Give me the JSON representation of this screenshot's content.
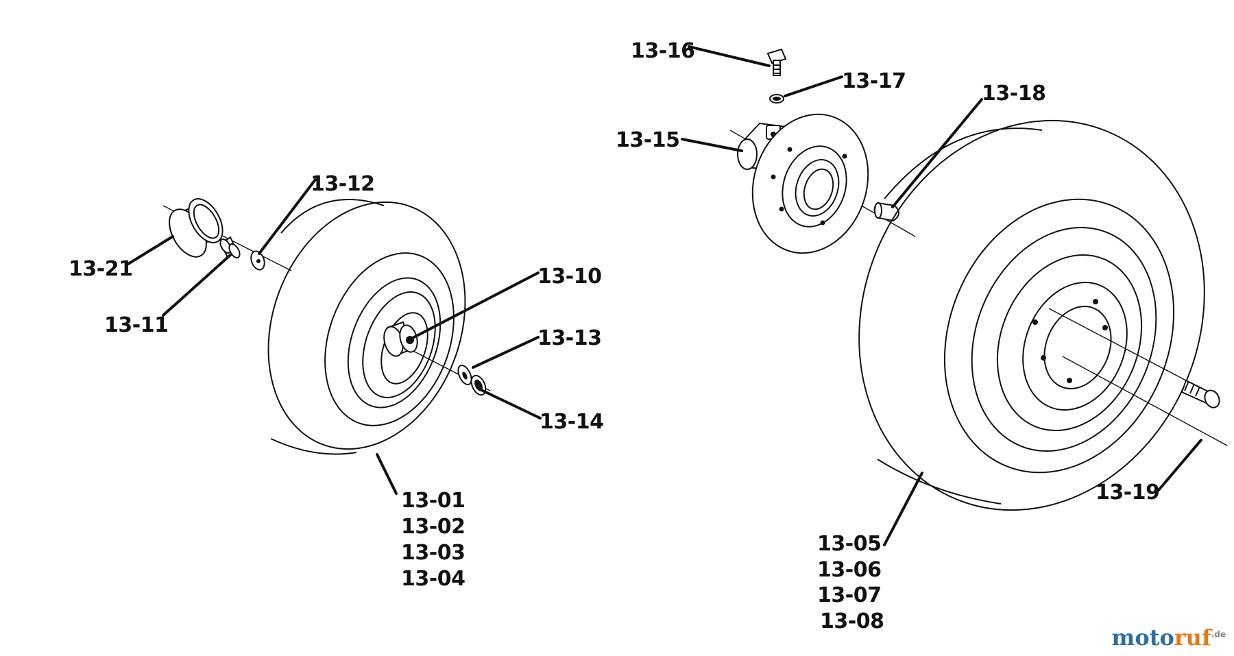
{
  "labels": {
    "p1321": "13-21",
    "p1311": "13-11",
    "p1312": "13-12",
    "p1310": "13-10",
    "p1313": "13-13",
    "p1314": "13-14",
    "p1301": "13-01",
    "p1302": "13-02",
    "p1303": "13-03",
    "p1304": "13-04",
    "p1316": "13-16",
    "p1317": "13-17",
    "p1315": "13-15",
    "p1318": "13-18",
    "p1319": "13-19",
    "p1305": "13-05",
    "p1306": "13-06",
    "p1307": "13-07",
    "p1308": "13-08"
  },
  "watermark": {
    "part1": "moto",
    "part2": "ruf",
    "suffix": ".de"
  }
}
